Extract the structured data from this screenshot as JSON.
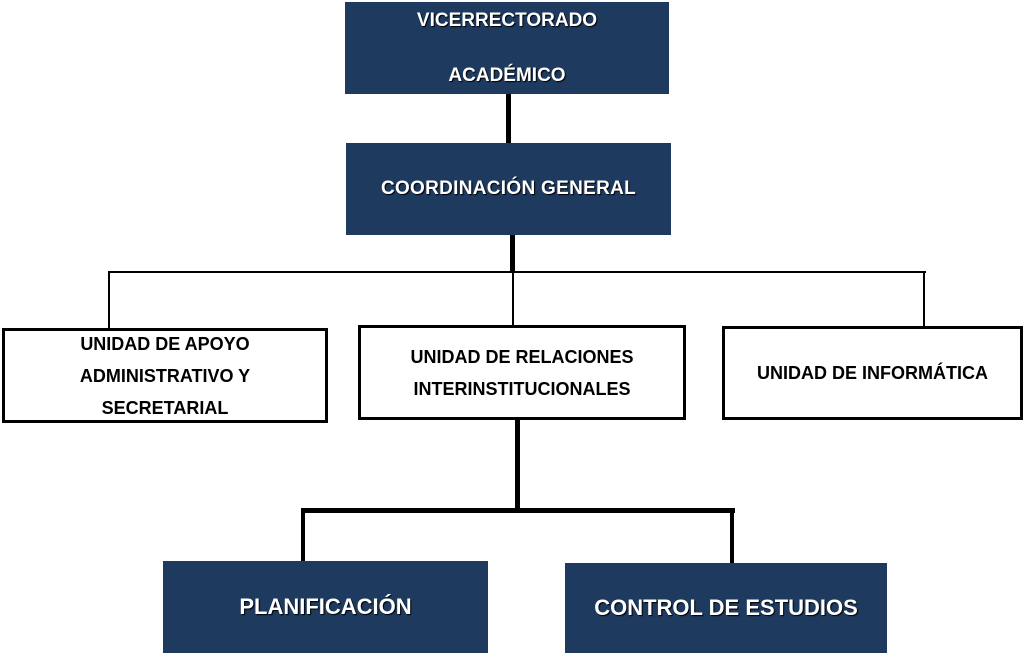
{
  "colors": {
    "dark_box_fill": "#1e3a5f",
    "dark_box_text": "#ffffff",
    "light_box_fill": "#ffffff",
    "light_box_text": "#000000",
    "connector": "#000000"
  },
  "org_chart": {
    "vicerrectorado": "VICERRECTORADO ACADÉMICO",
    "coordinacion": "COORDINACIÓN GENERAL",
    "unidad_apoyo": "UNIDAD DE APOYO ADMINISTRATIVO Y SECRETARIAL",
    "unidad_relaciones": "UNIDAD DE RELACIONES INTERINSTITUCIONALES",
    "unidad_informatica": "UNIDAD DE INFORMÁTICA",
    "planificacion": "PLANIFICACIÓN",
    "control_estudios": "CONTROL DE ESTUDIOS"
  }
}
